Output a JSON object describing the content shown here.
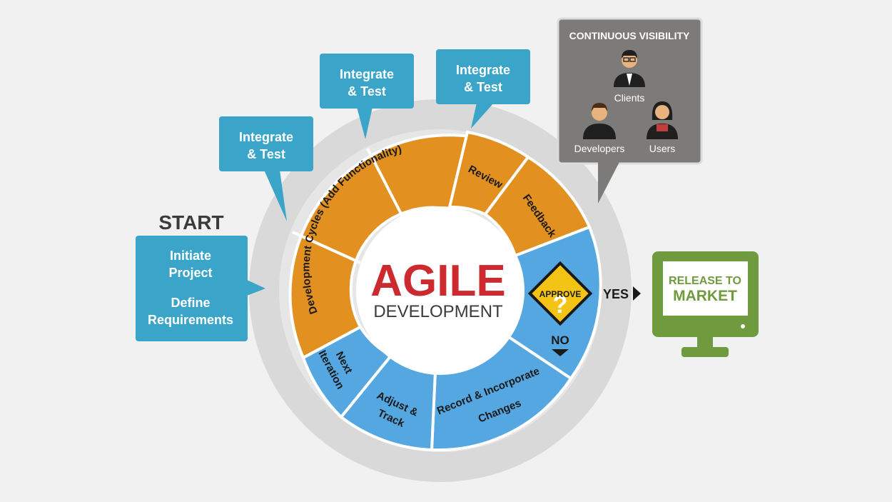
{
  "colors": {
    "background": "#f1f1f1",
    "ring": "#d9d9d9",
    "orange": "#e2901f",
    "blue": "#55a7e2",
    "teal": "#3aa4c9",
    "gray_box": "#7d7b79",
    "green": "#6f9a3e",
    "agile_red": "#cc2a2e",
    "dark_text": "#3b3b3b",
    "sign_yellow": "#f3c315"
  },
  "start": {
    "title": "START",
    "line1": "Initiate",
    "line2": "Project",
    "line3": "Define",
    "line4": "Requirements"
  },
  "bubbles": [
    {
      "line1": "Integrate",
      "line2": "& Test"
    },
    {
      "line1": "Integrate",
      "line2": "& Test"
    },
    {
      "line1": "Integrate",
      "line2": "& Test"
    }
  ],
  "segments": {
    "dev_cycles": "Development Cycles (Add Functionality)",
    "review": "Review",
    "feedback": "Feedback",
    "next1": "Next",
    "next2": "Iteration",
    "adjust1": "Adjust &",
    "adjust2": "Track",
    "record1": "Record & Incorporate",
    "record2": "Changes"
  },
  "center": {
    "title": "AGILE",
    "subtitle": "DEVELOPMENT"
  },
  "approve": {
    "label": "APPROVE",
    "symbol": "?",
    "yes": "YES",
    "no": "NO"
  },
  "visibility": {
    "title": "CONTINUOUS VISIBILITY",
    "clients": "Clients",
    "developers": "Developers",
    "users": "Users",
    "icons": [
      "client-person-icon",
      "developer-person-icon",
      "user-person-icon"
    ]
  },
  "release": {
    "line1": "RELEASE TO",
    "line2": "MARKET",
    "icon": "monitor-icon"
  }
}
